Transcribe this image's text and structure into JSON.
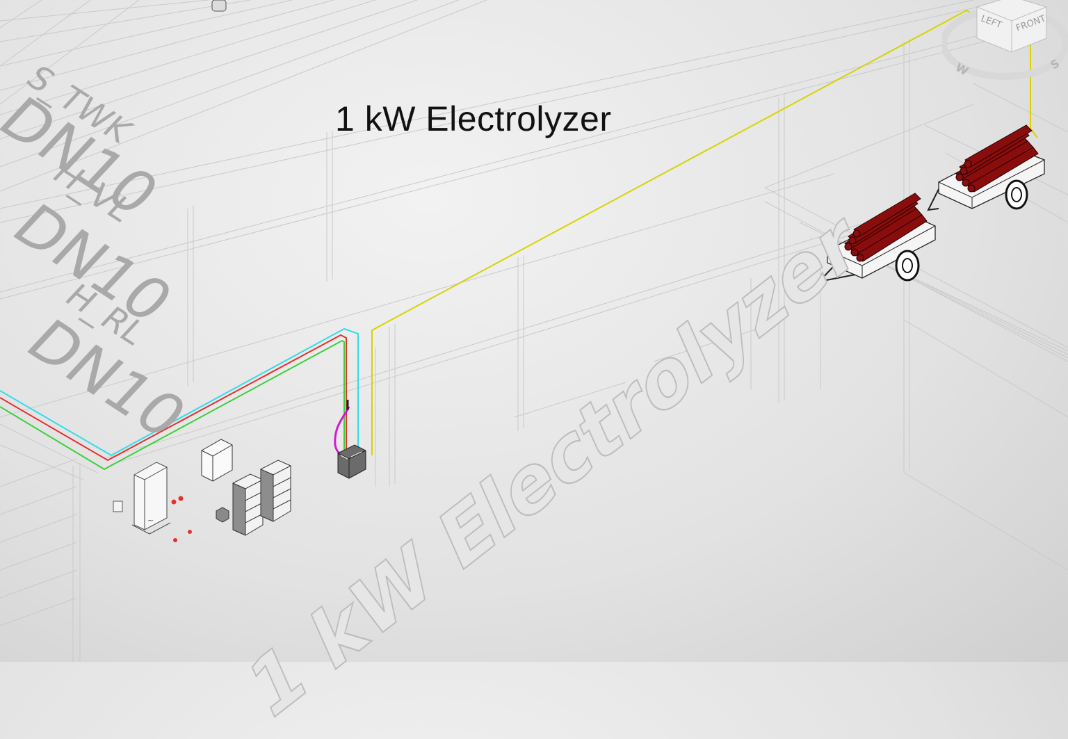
{
  "title": "1 kW Electrolyzer",
  "floor_label": "1 kW Electrolyzer",
  "pipe_labels": [
    {
      "line1": "S_TWK",
      "line2": "DN10"
    },
    {
      "line1": "H_VL",
      "line2": "DN10"
    },
    {
      "line1": "H_RL",
      "line2": "DN10"
    }
  ],
  "viewcube": {
    "left": "LEFT",
    "front": "FRONT",
    "compass_w": "W",
    "compass_s": "S"
  },
  "colors": {
    "hydrogen_pipe": "#d9d200",
    "supply_red": "#e53030",
    "return_green": "#3ad13a",
    "cold_water_cyan": "#32dcea",
    "flex_hose_magenta": "#d11ad1",
    "cylinder_red": "#8a0d0d",
    "label_gray": "#a9a9a9"
  }
}
